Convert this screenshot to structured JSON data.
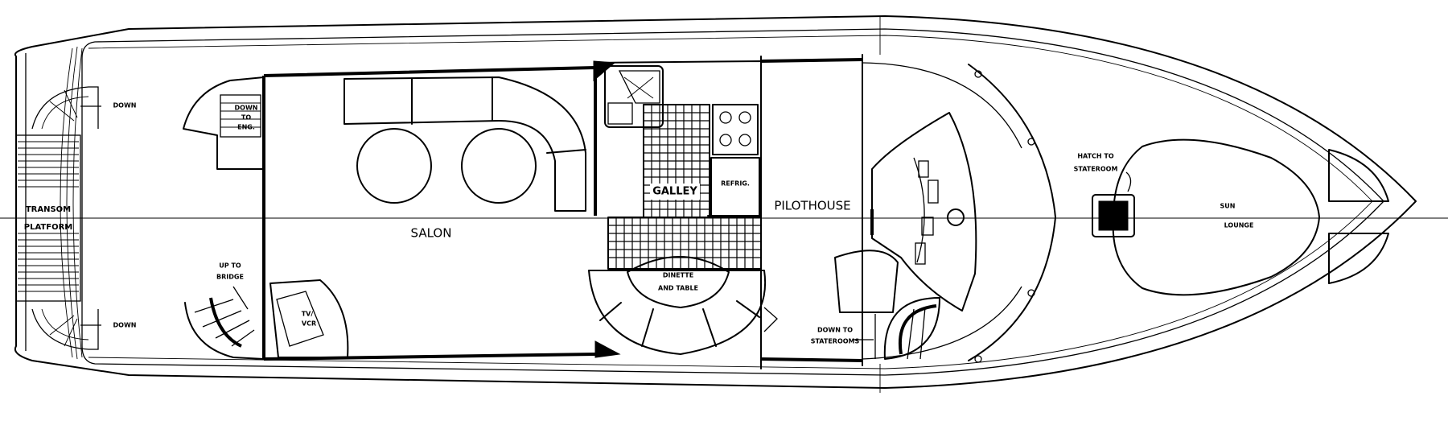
{
  "labels": {
    "transom_platform_line1": "TRANSOM",
    "transom_platform_line2": "PLATFORM",
    "salon": "SALON",
    "galley": "GALLEY",
    "refrig": "REFRIG.",
    "dinette_line1": "DINETTE",
    "dinette_line2": "AND TABLE",
    "pilothouse": "PILOTHOUSE",
    "hatch_line1": "HATCH TO",
    "hatch_line2": "STATEROOM",
    "sun": "SUN",
    "lounge": "LOUNGE",
    "up_to_bridge_line1": "UP TO",
    "up_to_bridge_line2": "BRIDGE",
    "tv_line1": "TV/",
    "tv_line2": "VCR",
    "down_upper": "DOWN",
    "down_lower": "DOWN",
    "down_stairs_line1": "DOWN",
    "down_stairs_line2": "TO",
    "down_stairs_line3": "ENG.",
    "down_staterooms_line1": "DOWN TO",
    "down_staterooms_line2": "STATEROOMS"
  },
  "colors": {
    "line": "#000000",
    "background": "#ffffff"
  }
}
